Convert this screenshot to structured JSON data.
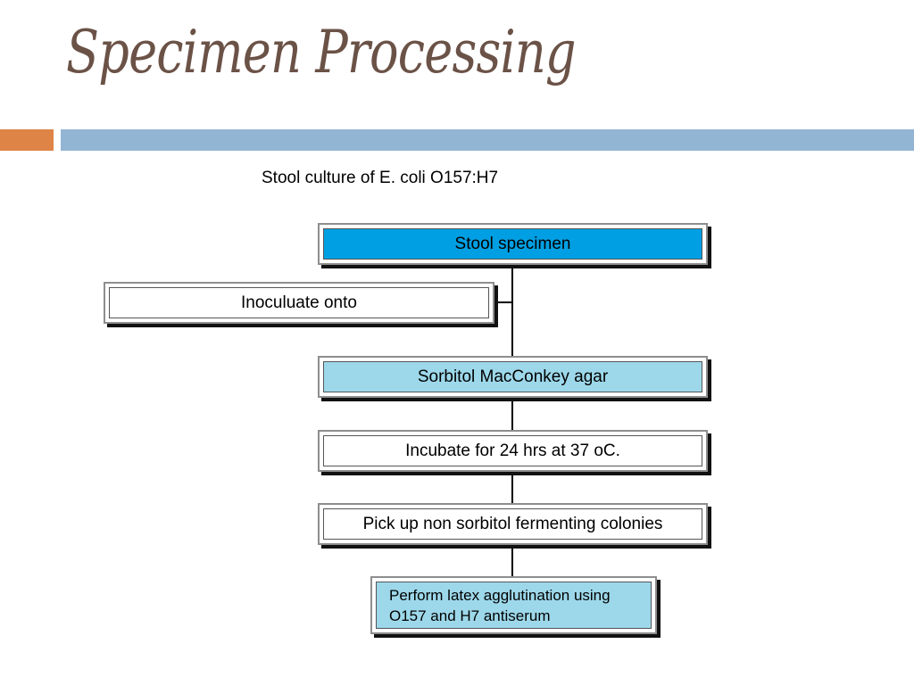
{
  "slide": {
    "title": "Specimen Processing",
    "subtitle": "Stool culture of E. coli O157:H7"
  },
  "flowchart": {
    "stool_specimen": "Stool specimen",
    "inoculate": "Inoculuate onto",
    "agar": "Sorbitol MacConkey agar",
    "incubate": "Incubate for 24 hrs at 37 oC.",
    "pick_up": "Pick up non sorbitol fermenting colonies",
    "perform": "Perform latex agglutination using O157 and H7 antiserum"
  },
  "colors": {
    "title": "#6b5247",
    "accent_orange": "#dd8446",
    "accent_blue": "#93b5d4",
    "box_dark_blue": "#009fe3",
    "box_light_blue": "#9dd8ea"
  }
}
